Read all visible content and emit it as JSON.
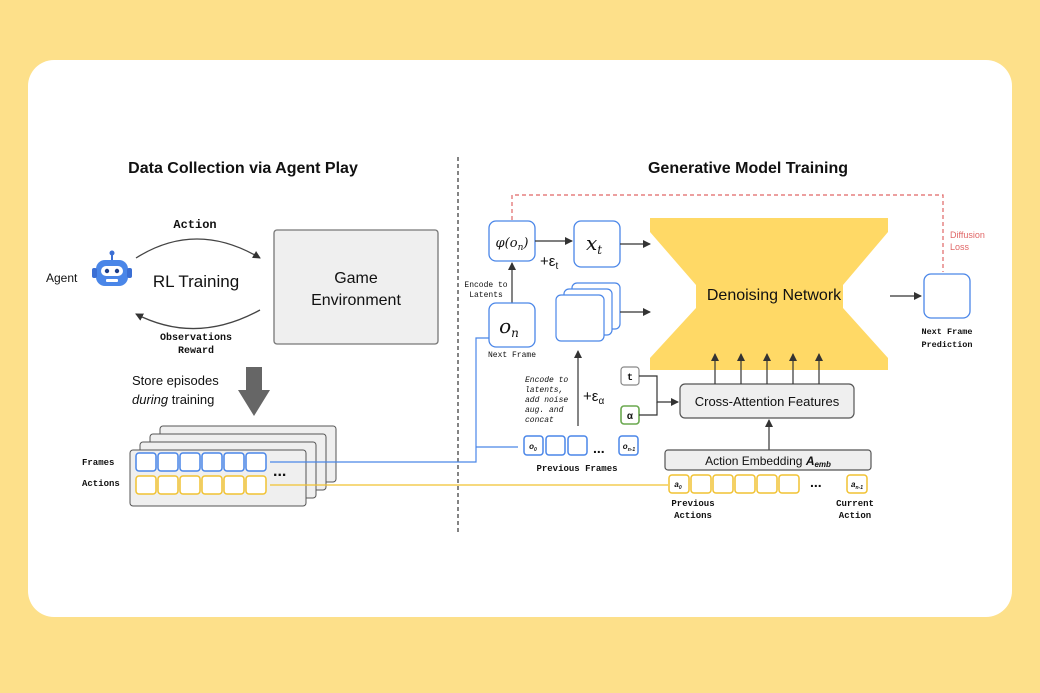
{
  "left_panel": {
    "title": "Data Collection via Agent Play",
    "agent_label": "Agent",
    "action_label": "Action",
    "rl_training_label": "RL Training",
    "observations_label": "Observations",
    "reward_label": "Reward",
    "game_env_line1": "Game",
    "game_env_line2": "Environment",
    "store_line1": "Store episodes",
    "store_line2_em": "during",
    "store_line2_rest": " training",
    "frames_label": "Frames",
    "actions_label": "Actions",
    "ellipsis": "..."
  },
  "right_panel": {
    "title": "Generative Model Training",
    "phi_label": "φ(o",
    "phi_sub": "n",
    "phi_close": ")",
    "eps_t_plus": "+ε",
    "eps_t_sub": "t",
    "xt_label": "x",
    "xt_sub": "t",
    "encode_line1": "Encode to",
    "encode_line2": "Latents",
    "on_label": "o",
    "on_sub": "n",
    "next_frame_label": "Next Frame",
    "denoising_label": "Denoising Network",
    "diffusion_line1": "Diffusion",
    "diffusion_line2": "Loss",
    "next_frame_pred_line1": "Next Frame",
    "next_frame_pred_line2": "Prediction",
    "encode_noise_lines": [
      "Encode to",
      "latents,",
      "add noise",
      "aug. and",
      "concat"
    ],
    "eps_a_plus": "+ε",
    "eps_a_sub": "α",
    "t_label": "t",
    "alpha_label": "α",
    "cross_attention_label": "Cross-Attention Features",
    "prev_frames_label": "Previous Frames",
    "frame_first": "o",
    "frame_first_sub": "0",
    "frame_last": "o",
    "frame_last_sub": "n-1",
    "action_embedding_label": "Action Embedding",
    "a_emb": "A",
    "a_emb_sub": "emb",
    "action_first": "a",
    "action_first_sub": "0",
    "action_last": "a",
    "action_last_sub": "n-1",
    "prev_actions_line1": "Previous",
    "prev_actions_line2": "Actions",
    "current_action_line1": "Current",
    "current_action_line2": "Action",
    "ellipsis": "..."
  },
  "colors": {
    "background": "#fde08a",
    "card": "#ffffff",
    "frame_blue": "#4a86e8",
    "action_yellow": "#f1c232",
    "network_yellow": "#ffd966",
    "loss_red": "#e06666",
    "alpha_green": "#6aa84f",
    "gray_box": "#efefef",
    "arrow_gray": "#666666"
  },
  "icons": [
    "robot-icon",
    "down-arrow-icon"
  ]
}
